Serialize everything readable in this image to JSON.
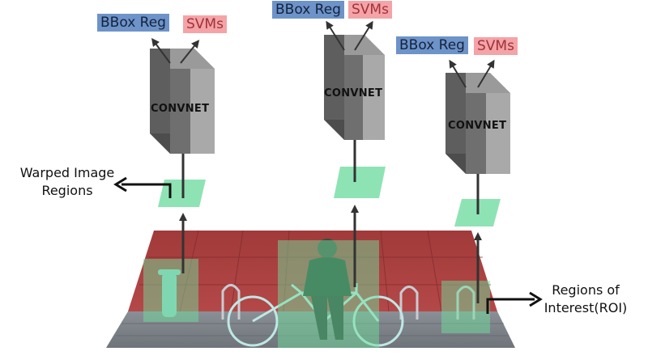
{
  "stacks": [
    {
      "bbox_label": "BBox Reg",
      "svm_label": "SVMs",
      "network_label": "CONVNET"
    },
    {
      "bbox_label": "BBox Reg",
      "svm_label": "SVMs",
      "network_label": "CONVNET"
    },
    {
      "bbox_label": "BBox Reg",
      "svm_label": "SVMs",
      "network_label": "CONVNET"
    }
  ],
  "annotations": {
    "warped_line1": "Warped Image",
    "warped_line2": "Regions",
    "roi_line1": "Regions of",
    "roi_line2": "Interest(ROI)"
  },
  "colors": {
    "bbox_bg": "#6d93c9",
    "svm_bg": "#f4a3a7",
    "region_green": "#7fdcab",
    "wall_red": "#a83d3d",
    "cube_gray": "#6f6f6f"
  }
}
